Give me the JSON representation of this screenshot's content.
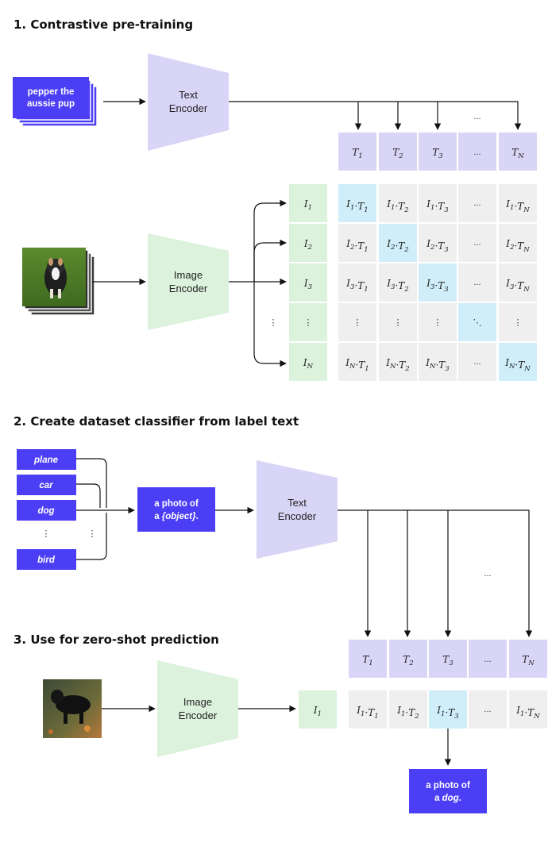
{
  "headings": {
    "s1": "1. Contrastive pre-training",
    "s2": "2. Create dataset classifier from label text",
    "s3": "3. Use for zero-shot prediction"
  },
  "text_encoder_line1": "Text",
  "text_encoder_line2": "Encoder",
  "image_encoder_line1": "Image",
  "image_encoder_line2": "Encoder",
  "caption": {
    "line1": "pepper the",
    "line2": "aussie pup"
  },
  "ellipsis": "...",
  "vdots": "⋮",
  "ddots": "⋱",
  "labels": [
    "plane",
    "car",
    "dog",
    "bird"
  ],
  "template": {
    "line1": "a photo of",
    "line2_open": "a ",
    "line2_italic": "{object}",
    "line2_close": "."
  },
  "prediction": {
    "line1": "a photo of",
    "line2_open": "a ",
    "line2_italic": "dog",
    "line2_close": "."
  },
  "text_symbol": "T",
  "image_symbol": "I",
  "indices": [
    "1",
    "2",
    "3",
    "N"
  ],
  "colors": {
    "text_purple": "#d9d5f7",
    "image_green": "#dcf2dd",
    "diag_blue": "#cfeef9",
    "cell_gray": "#efefef",
    "accent": "#4b3ef5"
  }
}
